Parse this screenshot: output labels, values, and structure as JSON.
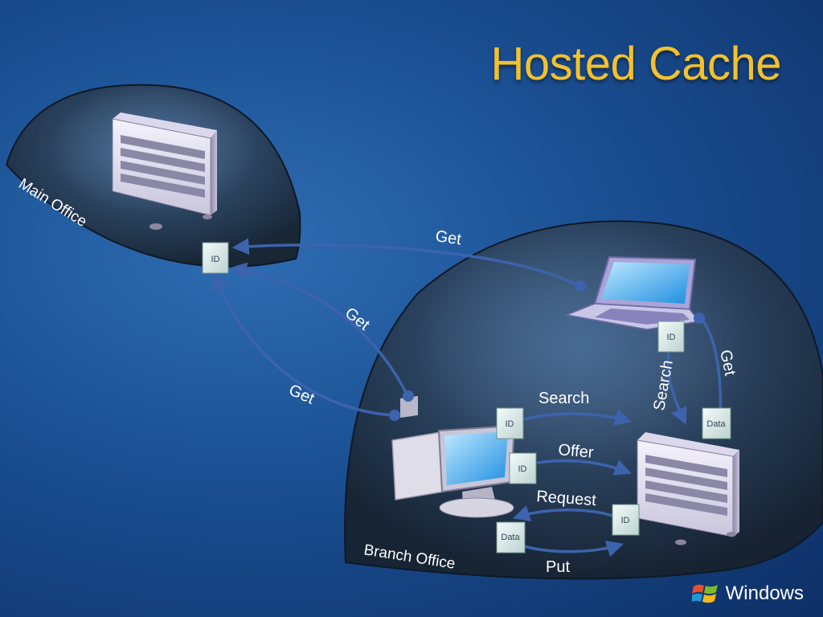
{
  "title": "Hosted Cache",
  "zones": {
    "main": "Main Office",
    "branch": "Branch Office"
  },
  "arrows": {
    "get_laptop": "Get",
    "get_mid": "Get",
    "get_low": "Get",
    "search_vertical": "Search",
    "get_vertical": "Get",
    "search": "Search",
    "offer": "Offer",
    "request": "Request",
    "put": "Put"
  },
  "docs": {
    "main_id": "ID",
    "laptop_id": "ID",
    "data_top": "Data",
    "search_id": "ID",
    "offer_id": "ID",
    "request_id": "ID",
    "data_bottom": "Data"
  },
  "brand": "Windows"
}
